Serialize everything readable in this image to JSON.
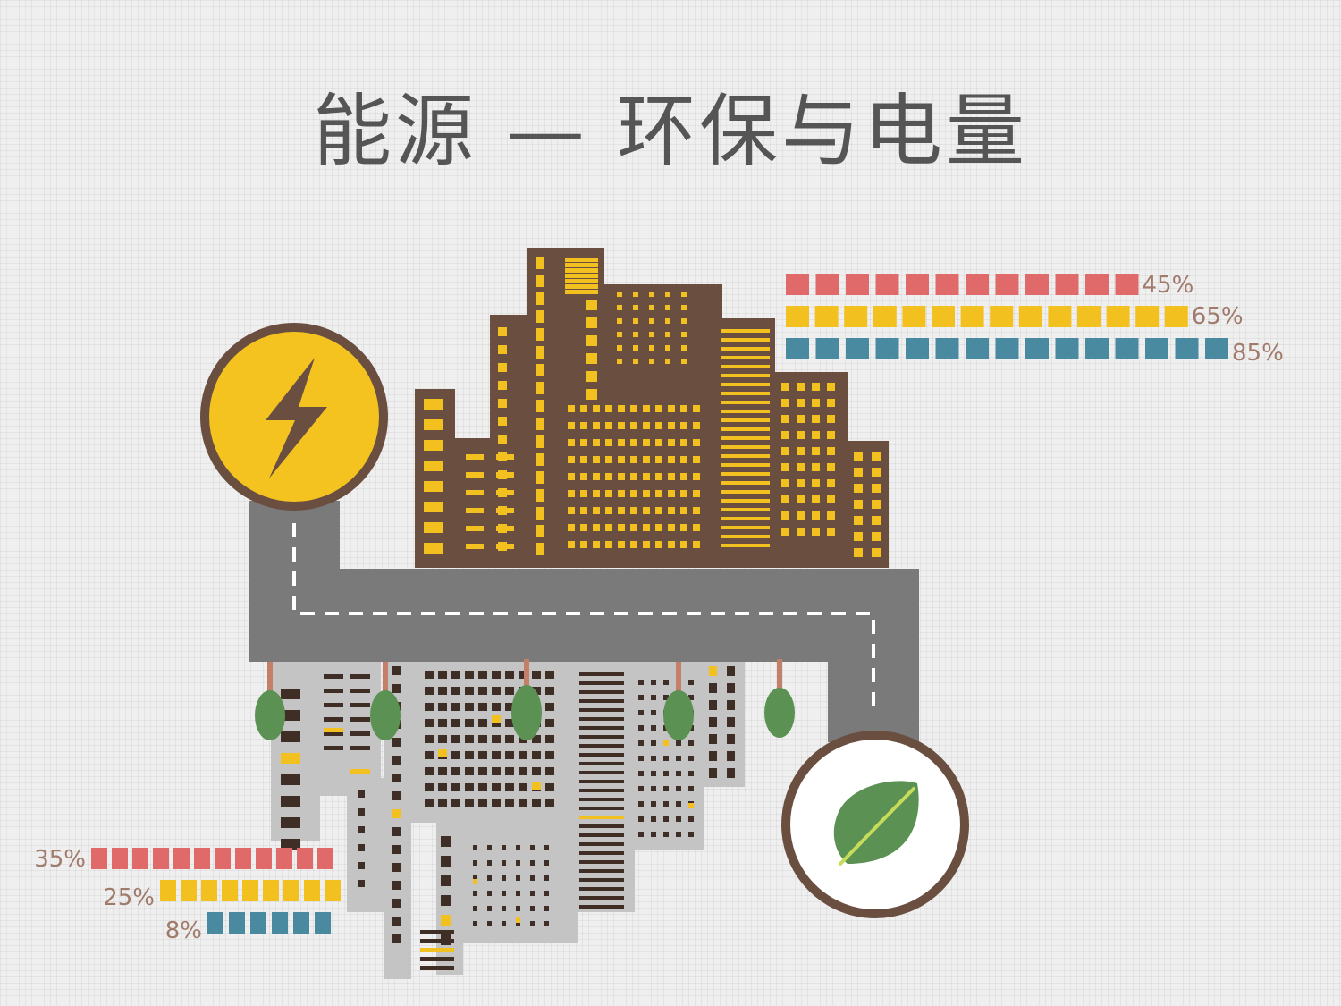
{
  "title": "能源 — 环保与电量",
  "icons": {
    "energy": "lightning-bolt-icon",
    "eco": "leaf-icon"
  },
  "colors": {
    "red": "#e06a6a",
    "yellow": "#f3c11f",
    "teal": "#4a8aa0",
    "brown": "#6a4f41",
    "road": "#7a7a7a",
    "gray_building": "#c4c4c4",
    "tree": "#5b9153",
    "label": "#a07a6a"
  },
  "chart_data": [
    {
      "type": "bar",
      "group": "top-right",
      "series": [
        {
          "label": "45%",
          "value": 45,
          "blocks": 12,
          "color": "red"
        },
        {
          "label": "65%",
          "value": 65,
          "blocks": 14,
          "color": "yellow"
        },
        {
          "label": "85%",
          "value": 85,
          "blocks": 15,
          "color": "teal"
        }
      ]
    },
    {
      "type": "bar",
      "group": "bottom-left",
      "series": [
        {
          "label": "35%",
          "value": 35,
          "blocks": 12,
          "color": "red"
        },
        {
          "label": "25%",
          "value": 25,
          "blocks": 9,
          "color": "yellow"
        },
        {
          "label": "8%",
          "value": 8,
          "blocks": 6,
          "color": "teal"
        }
      ]
    }
  ]
}
